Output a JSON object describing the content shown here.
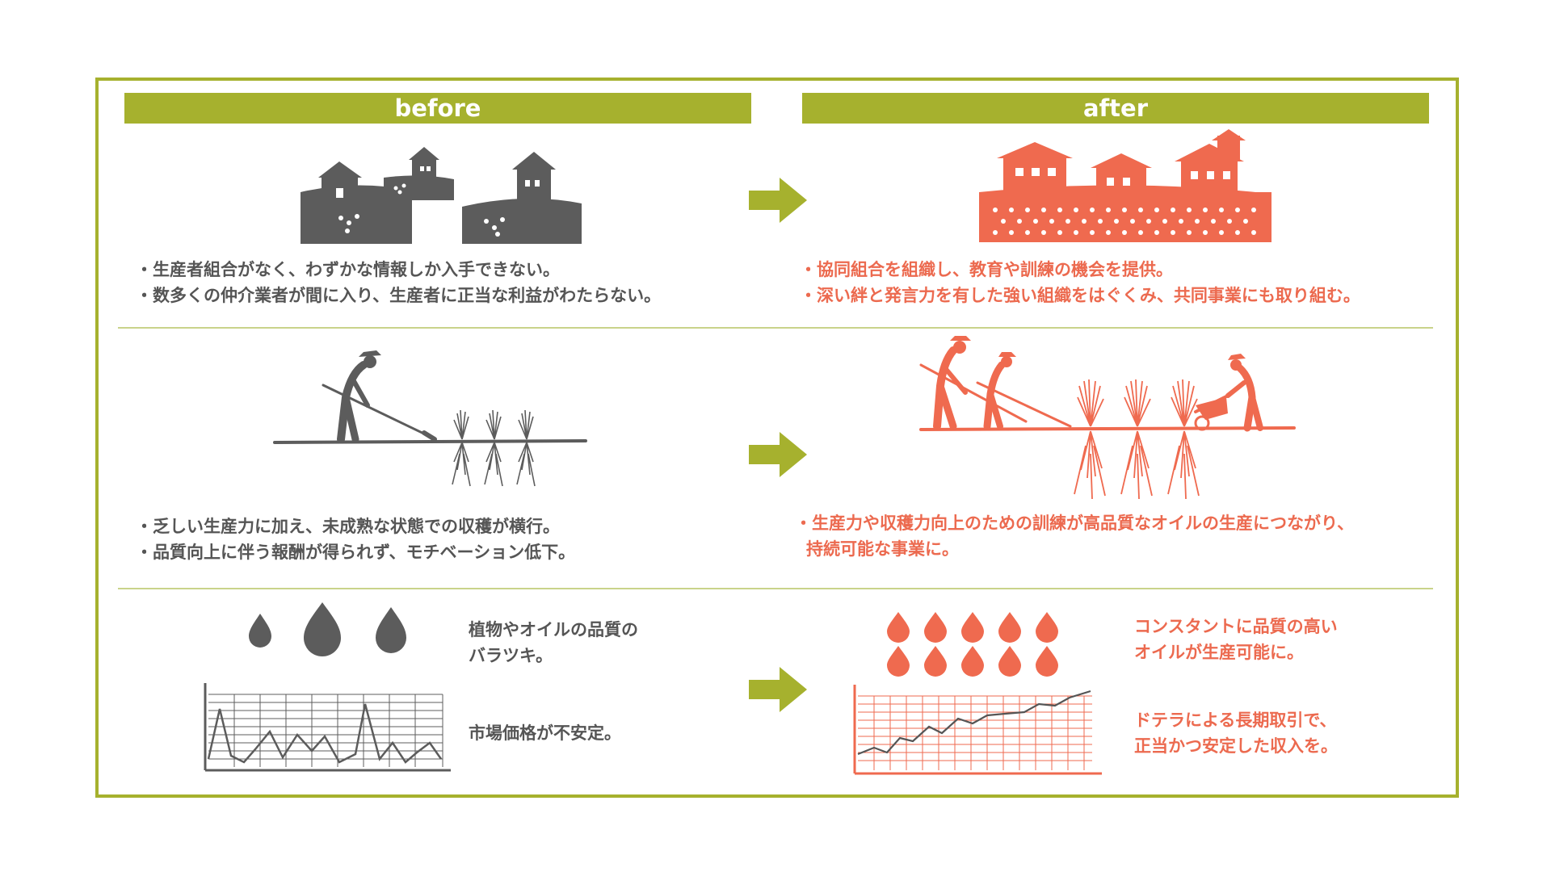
{
  "headers": {
    "before": "before",
    "after": "after"
  },
  "colors": {
    "accent": "#a6b12e",
    "before_gray": "#5c5c5c",
    "after_red": "#ef6a4f"
  },
  "rows": [
    {
      "id": "cooperative",
      "before_lines": [
        "・生産者組合がなく、わずかな情報しか入手できない。",
        "・数多くの仲介業者が間に入り、生産者に正当な利益がわたらない。"
      ],
      "after_lines": [
        "・協同組合を組織し、教育や訓練の機会を提供。",
        "・深い絆と発言力を有した強い組織をはぐくみ、共同事業にも取り組む。"
      ]
    },
    {
      "id": "harvest",
      "before_lines": [
        "・乏しい生産力に加え、未成熟な状態での収穫が横行。",
        "・品質向上に伴う報酬が得られず、モチベーション低下。"
      ],
      "after_lines": [
        "・生産力や収穫力向上のための訓練が高品質なオイルの生産につながり、",
        "持続可能な事業に。"
      ]
    },
    {
      "id": "quality",
      "before": {
        "quality_lines": [
          "植物やオイルの品質の",
          "バラツキ。"
        ],
        "price_lines": [
          "市場価格が不安定。"
        ]
      },
      "after": {
        "quality_lines": [
          "コンスタントに品質の高い",
          "オイルが生産可能に。"
        ],
        "price_lines": [
          "ドテラによる長期取引で、",
          "正当かつ安定した収入を。"
        ]
      }
    }
  ],
  "icons": {
    "arrow": "right-arrow-icon",
    "village": "village-icon",
    "farmer": "farmer-icon",
    "drop": "oil-drop-icon",
    "chart": "price-chart-icon"
  }
}
